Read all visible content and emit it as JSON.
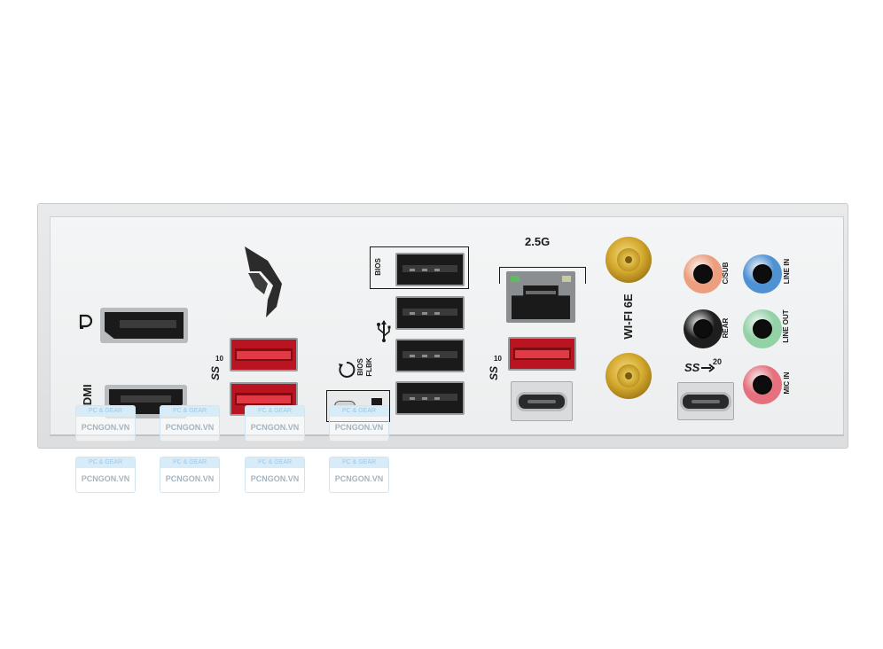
{
  "labels": {
    "bios": "BIOS",
    "bios_flbk_1": "BIOS",
    "bios_flbk_2": "FLBK",
    "lan_speed": "2.5G",
    "wifi": "WI-FI 6E",
    "hdmi": "HDMI",
    "ss10_left": "10",
    "ss10_mid": "10",
    "ss20": "20",
    "csub": "C/SUB",
    "line_in": "LINE IN",
    "rear": "REAR",
    "line_out": "LINE OUT",
    "mic_in": "MIC IN"
  },
  "watermark": {
    "top": "PC & GEAR",
    "bottom": "PCNGON.VN"
  },
  "colors": {
    "csub": "#ec9f7e",
    "line_in": "#4f92d4",
    "rear": "#1e1e1e",
    "line_out": "#93d1a6",
    "mic_in": "#e6707d",
    "usb_red": "#b9141f",
    "antenna_gold": "#d4a92e"
  },
  "icons": [
    "displayport-icon",
    "usb-icon",
    "superspeed-usb-icon",
    "bios-flashback-button-icon",
    "rog-logo"
  ]
}
